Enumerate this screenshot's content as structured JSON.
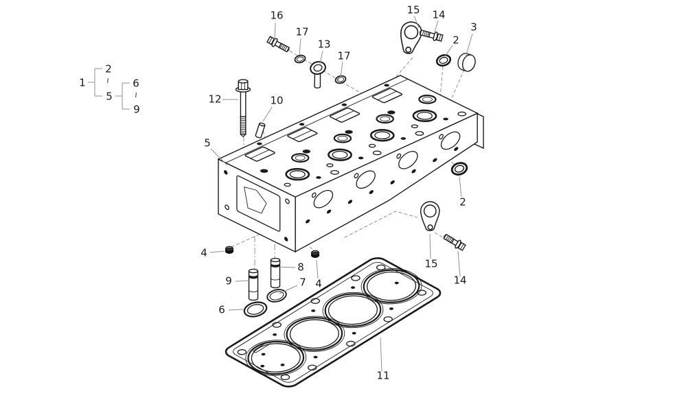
{
  "figure": {
    "kind": "exploded-parts-diagram",
    "subject": "Engine cylinder head assembly with head gasket and hardware",
    "background_color": "#ffffff",
    "ink_color": "#1a1a1a",
    "leader_color": "#8f8f8f"
  },
  "legend": {
    "root": "1",
    "group_a_first": "2",
    "group_a_last": "5",
    "group_b_first": "6",
    "group_b_last": "9"
  },
  "callouts": {
    "c16": "16",
    "c17a": "17",
    "c13": "13",
    "c17b": "17",
    "c15_top": "15",
    "c14_top": "14",
    "c3": "3",
    "c2_top": "2",
    "c12": "12",
    "c10": "10",
    "c5": "5",
    "c4_left": "4",
    "c9": "9",
    "c8": "8",
    "c7": "7",
    "c6": "6",
    "c4_right": "4",
    "c2_right": "2",
    "c15_right": "15",
    "c14_right": "14",
    "c11": "11"
  }
}
